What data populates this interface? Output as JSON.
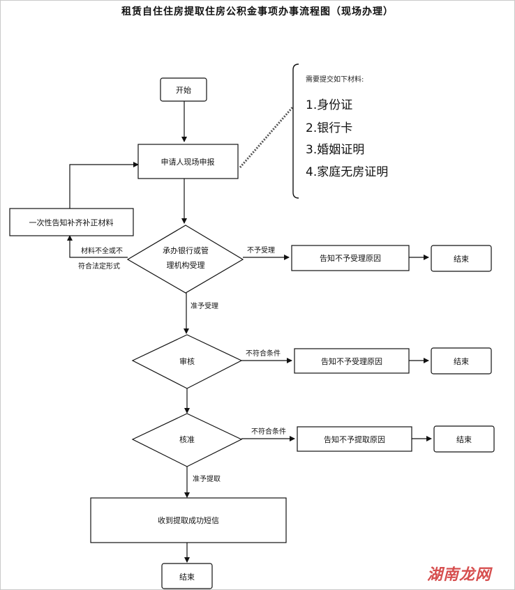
{
  "title": "租赁自住住房提取住房公积金事项办事流程图（现场办理）",
  "nodes": {
    "start": "开始",
    "apply": "申请人现场申报",
    "notify_supplement": "一次性告知补齐补正材料",
    "bank_accept_l1": "承办银行或管",
    "bank_accept_l2": "理机构受理",
    "reject_reason_1": "告知不予受理原因",
    "end_1": "结束",
    "review": "审核",
    "reject_reason_2": "告知不予受理原因",
    "end_2": "结束",
    "approve": "核准",
    "reject_reason_3": "告知不予提取原因",
    "end_3": "结束",
    "success_sms": "收到提取成功短信",
    "end_final": "结束"
  },
  "edge_labels": {
    "incomplete_l1": "材料不全或不",
    "incomplete_l2": "符合法定形式",
    "not_accepted": "不予受理",
    "accepted": "准予受理",
    "review_fail": "不符合条件",
    "approve_fail": "不符合条件",
    "approved": "准予提取"
  },
  "materials": {
    "heading": "需要提交如下材料:",
    "items": [
      "1.身份证",
      "2.银行卡",
      "3.婚姻证明",
      "4.家庭无房证明"
    ]
  },
  "watermark": "湖南龙网"
}
